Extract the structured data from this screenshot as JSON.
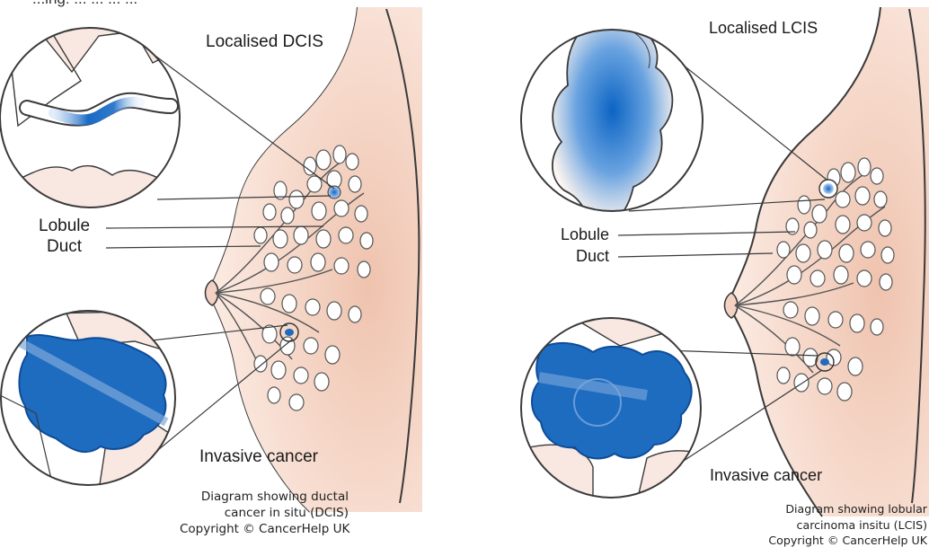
{
  "header": {
    "cut_text": "...ing: ... ... ... ..."
  },
  "panel_dcis": {
    "zoom_top_label": "Localised DCIS",
    "lobule_label": "Lobule",
    "duct_label": "Duct",
    "zoom_bottom_label": "Invasive cancer",
    "caption": {
      "line1": "Diagram showing ductal",
      "line2": "cancer in situ (DCIS)",
      "line3": "Copyright © CancerHelp UK"
    }
  },
  "panel_lcis": {
    "zoom_top_label": "Localised LCIS",
    "lobule_label": "Lobule",
    "duct_label": "Duct",
    "zoom_bottom_label": "Invasive cancer",
    "caption": {
      "line1": "Diagram showing lobular",
      "line2": "carcinoma insitu (LCIS)",
      "line3": "Copyright © CancerHelp UK"
    }
  },
  "colors": {
    "skin": "#f6ddd2",
    "skin_dark": "#eec3b0",
    "tumour": "#1e6cc0",
    "tumour_dark": "#0e4c98",
    "outline": "#3a3a3a",
    "duct_fill": "#fbefe9"
  }
}
